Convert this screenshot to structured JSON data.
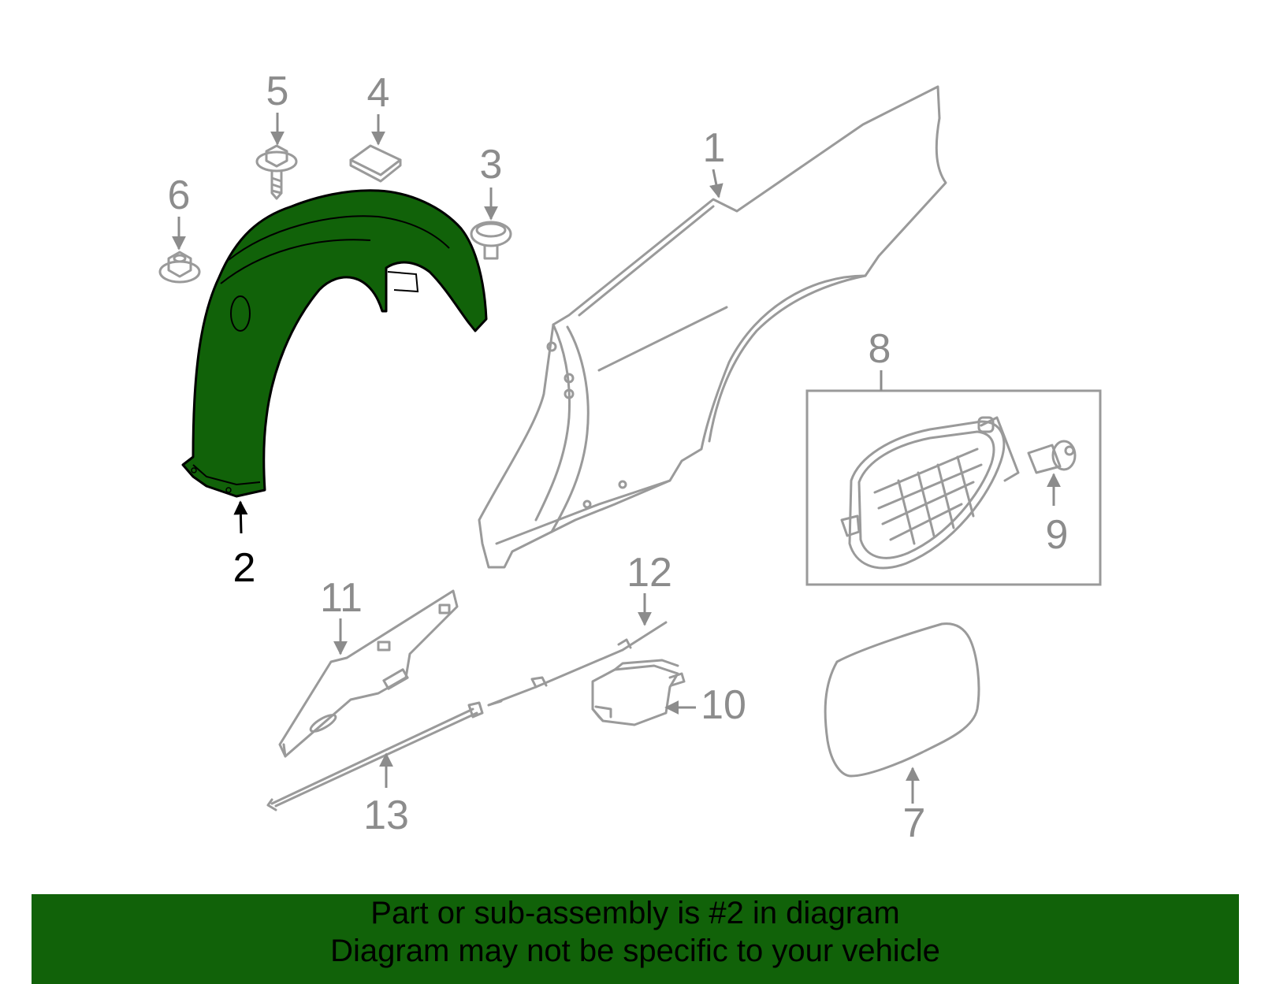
{
  "highlight_color": "#116209",
  "outline_color": "#9a9a9a",
  "callouts": {
    "c1": "1",
    "c2": "2",
    "c3": "3",
    "c4": "4",
    "c5": "5",
    "c6": "6",
    "c7": "7",
    "c8": "8",
    "c9": "9",
    "c10": "10",
    "c11": "11",
    "c12": "12",
    "c13": "13"
  },
  "banner": {
    "line1": "Part or sub-assembly is #2 in diagram",
    "line2": "Diagram may not be specific to your vehicle"
  }
}
